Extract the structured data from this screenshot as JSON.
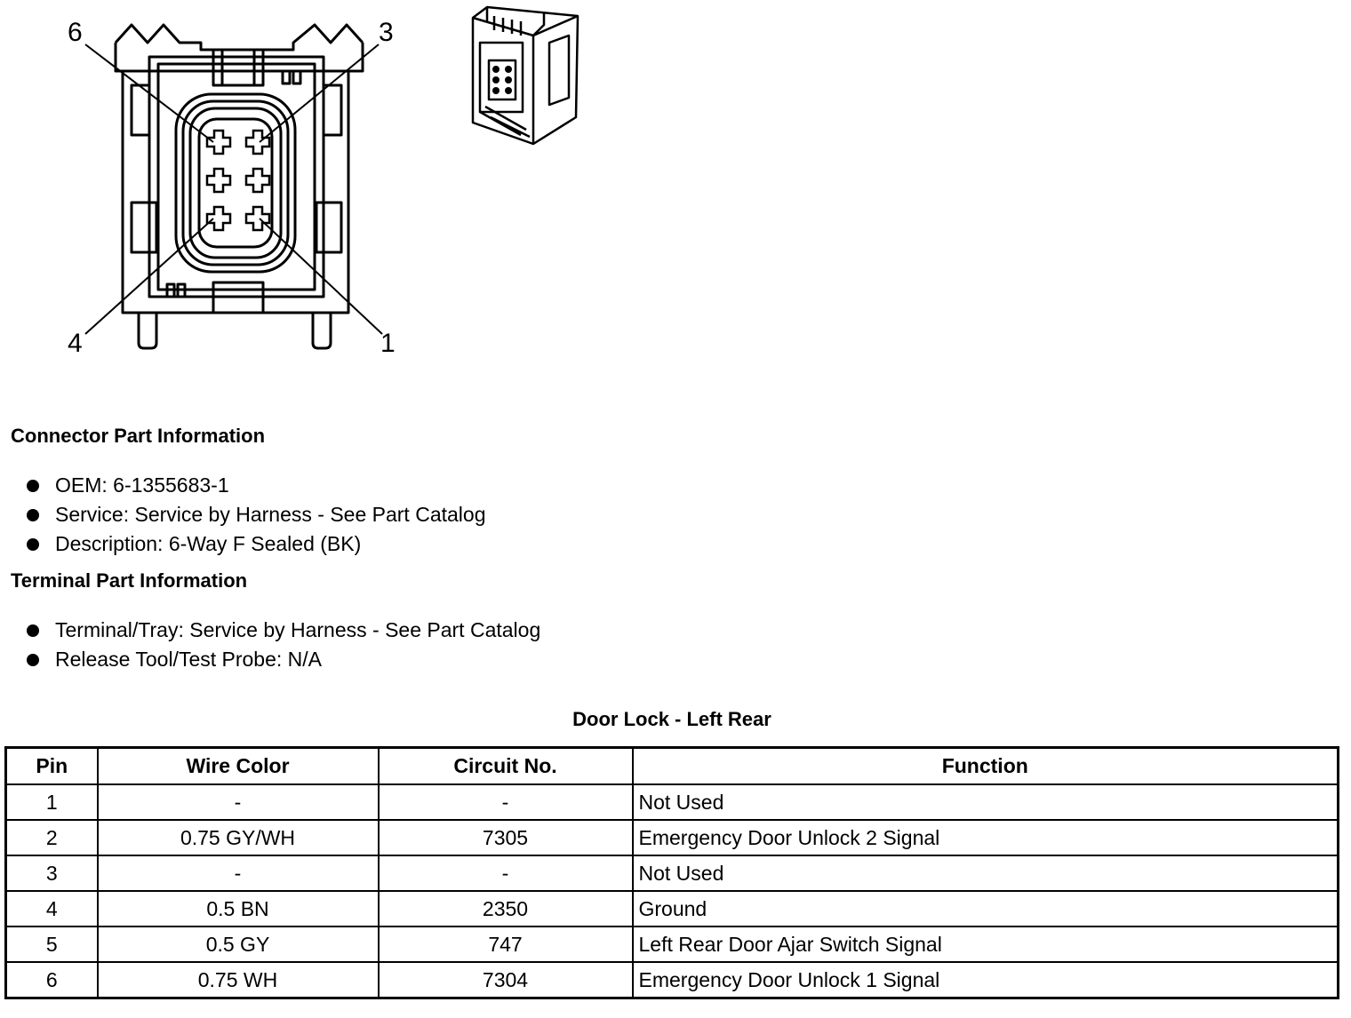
{
  "diagram": {
    "pin_labels": [
      {
        "id": "6",
        "text": "6"
      },
      {
        "id": "3",
        "text": "3"
      },
      {
        "id": "4",
        "text": "4"
      },
      {
        "id": "1",
        "text": "1"
      }
    ]
  },
  "connector_info": {
    "heading": "Connector Part Information",
    "items": [
      "OEM: 6-1355683-1",
      "Service: Service by Harness - See Part Catalog",
      "Description: 6-Way F Sealed (BK)"
    ]
  },
  "terminal_info": {
    "heading": "Terminal Part Information",
    "items": [
      "Terminal/Tray: Service by Harness - See Part Catalog",
      "Release Tool/Test Probe: N/A"
    ]
  },
  "table": {
    "title": "Door Lock - Left Rear",
    "headers": [
      "Pin",
      "Wire Color",
      "Circuit No.",
      "Function"
    ],
    "rows": [
      [
        "1",
        "-",
        "-",
        "Not Used"
      ],
      [
        "2",
        "0.75 GY/WH",
        "7305",
        "Emergency Door Unlock 2 Signal"
      ],
      [
        "3",
        "-",
        "-",
        "Not Used"
      ],
      [
        "4",
        "0.5 BN",
        "2350",
        "Ground"
      ],
      [
        "5",
        "0.5 GY",
        "747",
        "Left Rear Door Ajar Switch Signal"
      ],
      [
        "6",
        "0.75 WH",
        "7304",
        "Emergency Door Unlock 1 Signal"
      ]
    ]
  }
}
